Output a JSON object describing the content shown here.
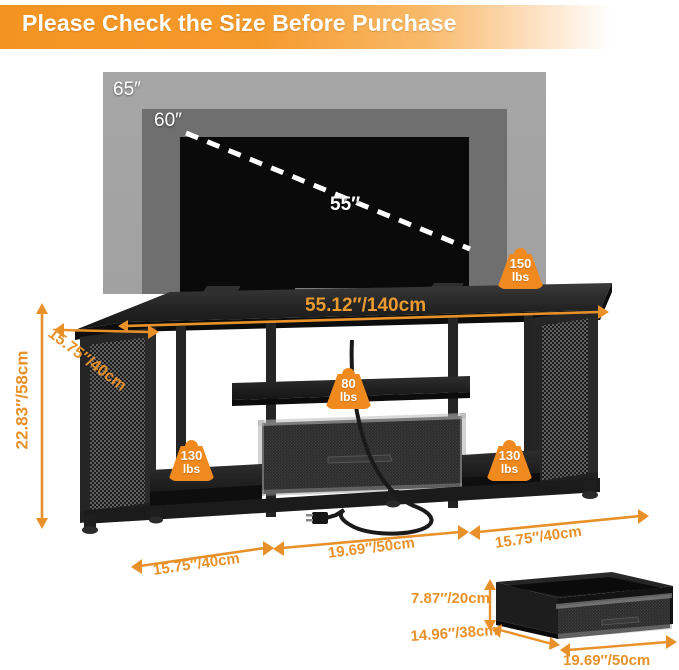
{
  "banner": {
    "title": "Please Check the Size Before Purchase",
    "gradient_start": "#f39422",
    "gradient_end": "#ffffff"
  },
  "tv": {
    "size_65_label": "65″",
    "size_60_label": "60″",
    "size_55_label": "55″",
    "outer_color": "#a6a6a6",
    "middle_color": "#6f6f6f",
    "screen_color": "#0a0a0a",
    "diagonal_style": "dashed-white"
  },
  "stand": {
    "width_label": "55.12″/140cm",
    "height_label": "22.83″/58cm",
    "depth_label": "15.75″/40cm",
    "compartments": {
      "left_width": "15.75″/40cm",
      "center_width": "19.69″/50cm",
      "right_width": "15.75″/40cm"
    },
    "accent_color": "#e8912a",
    "body_color": "#1a1a1a"
  },
  "weight_badges": [
    {
      "value": "150",
      "unit": "lbs",
      "location": "tabletop"
    },
    {
      "value": "80",
      "unit": "lbs",
      "location": "middle-shelf"
    },
    {
      "value": "130",
      "unit": "lbs",
      "location": "left-bottom-shelf"
    },
    {
      "value": "130",
      "unit": "lbs",
      "location": "right-bottom-shelf"
    }
  ],
  "drawer_inset": {
    "height_label": "7.87″/20cm",
    "depth_label": "14.96″/38cm",
    "width_label": "19.69″/50cm"
  }
}
